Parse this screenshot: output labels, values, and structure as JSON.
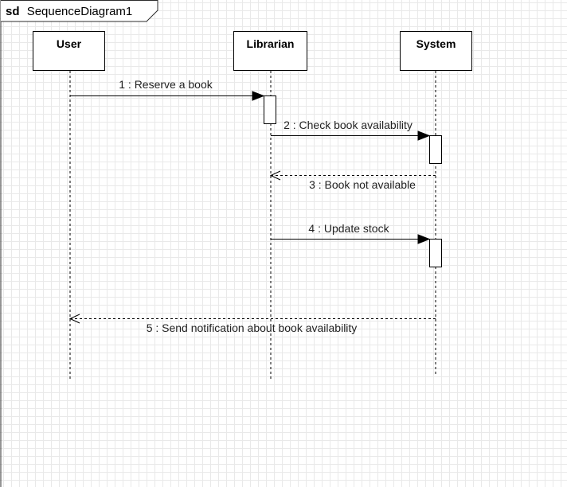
{
  "frame": {
    "keyword": "sd",
    "name": "SequenceDiagram1"
  },
  "lifelines": [
    {
      "id": "user",
      "label": "User"
    },
    {
      "id": "librarian",
      "label": "Librarian"
    },
    {
      "id": "system",
      "label": "System"
    }
  ],
  "messages": [
    {
      "label": "1 : Reserve a book",
      "from": "user",
      "to": "librarian",
      "kind": "sync"
    },
    {
      "label": "2 : Check book availability",
      "from": "librarian",
      "to": "system",
      "kind": "sync"
    },
    {
      "label": "3 : Book not available",
      "from": "system",
      "to": "librarian",
      "kind": "return"
    },
    {
      "label": "4 : Update stock",
      "from": "librarian",
      "to": "system",
      "kind": "sync"
    },
    {
      "label": "5 : Send notification about book availability",
      "from": "system",
      "to": "user",
      "kind": "return"
    }
  ]
}
